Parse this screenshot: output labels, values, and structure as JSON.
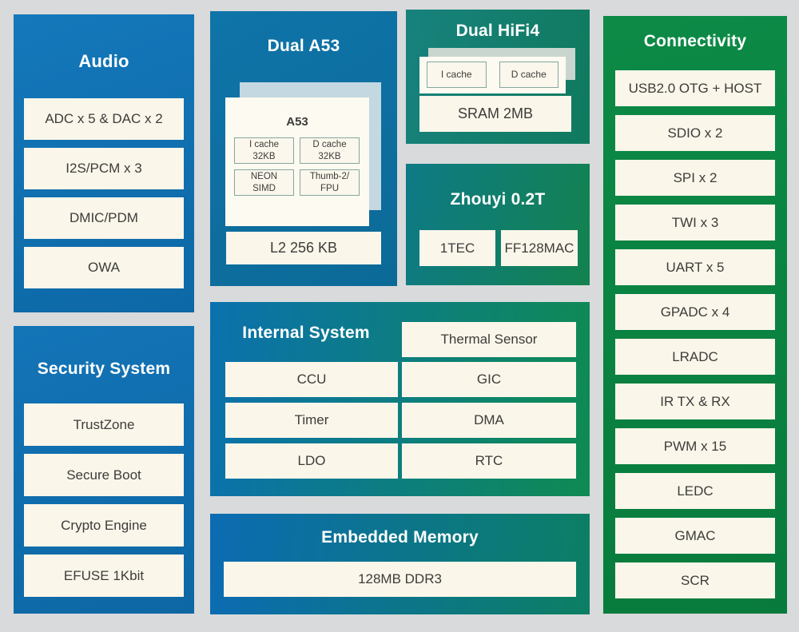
{
  "colors": {
    "page_background": "#d8dadb",
    "blue_panel": "#1070b0",
    "teal_panel": "#14807a",
    "green_panel": "#0a8341",
    "chip_background": "#faf6ea",
    "chip_text": "#3d3c3a",
    "back_card_blue": "#c3d8e1",
    "back_card_green": "#c8d6cf",
    "mini_box_border": "#85a79e",
    "title_text": "#ffffff"
  },
  "blocks": {
    "audio": {
      "title": "Audio",
      "items": [
        "ADC x 5 & DAC x 2",
        "I2S/PCM x 3",
        "DMIC/PDM",
        "OWA"
      ]
    },
    "security": {
      "title": "Security System",
      "items": [
        "TrustZone",
        "Secure Boot",
        "Crypto Engine",
        "EFUSE 1Kbit"
      ]
    },
    "a53": {
      "title": "Dual A53",
      "core_label": "A53",
      "core_items": [
        {
          "l1": "I cache",
          "l2": "32KB"
        },
        {
          "l1": "D cache",
          "l2": "32KB"
        },
        {
          "l1": "NEON",
          "l2": "SIMD"
        },
        {
          "l1": "Thumb-2/",
          "l2": "FPU"
        }
      ],
      "l2_cache": "L2 256 KB"
    },
    "hifi4": {
      "title": "Dual HiFi4",
      "caches": [
        "I cache",
        "D cache"
      ],
      "sram": "SRAM 2MB"
    },
    "zhouyi": {
      "title": "Zhouyi 0.2T",
      "items": [
        "1TEC",
        "FF128MAC"
      ]
    },
    "internal": {
      "title": "Internal System",
      "thermal": "Thermal Sensor",
      "left_items": [
        "CCU",
        "Timer",
        "LDO"
      ],
      "right_items": [
        "GIC",
        "DMA",
        "RTC"
      ]
    },
    "embedded": {
      "title": "Embedded Memory",
      "item": "128MB DDR3"
    },
    "connectivity": {
      "title": "Connectivity",
      "items": [
        "USB2.0 OTG + HOST",
        "SDIO x 2",
        "SPI x 2",
        "TWI x 3",
        "UART x 5",
        "GPADC  x 4",
        "LRADC",
        "IR TX & RX",
        "PWM x 15",
        "LEDC",
        "GMAC",
        "SCR"
      ]
    }
  }
}
